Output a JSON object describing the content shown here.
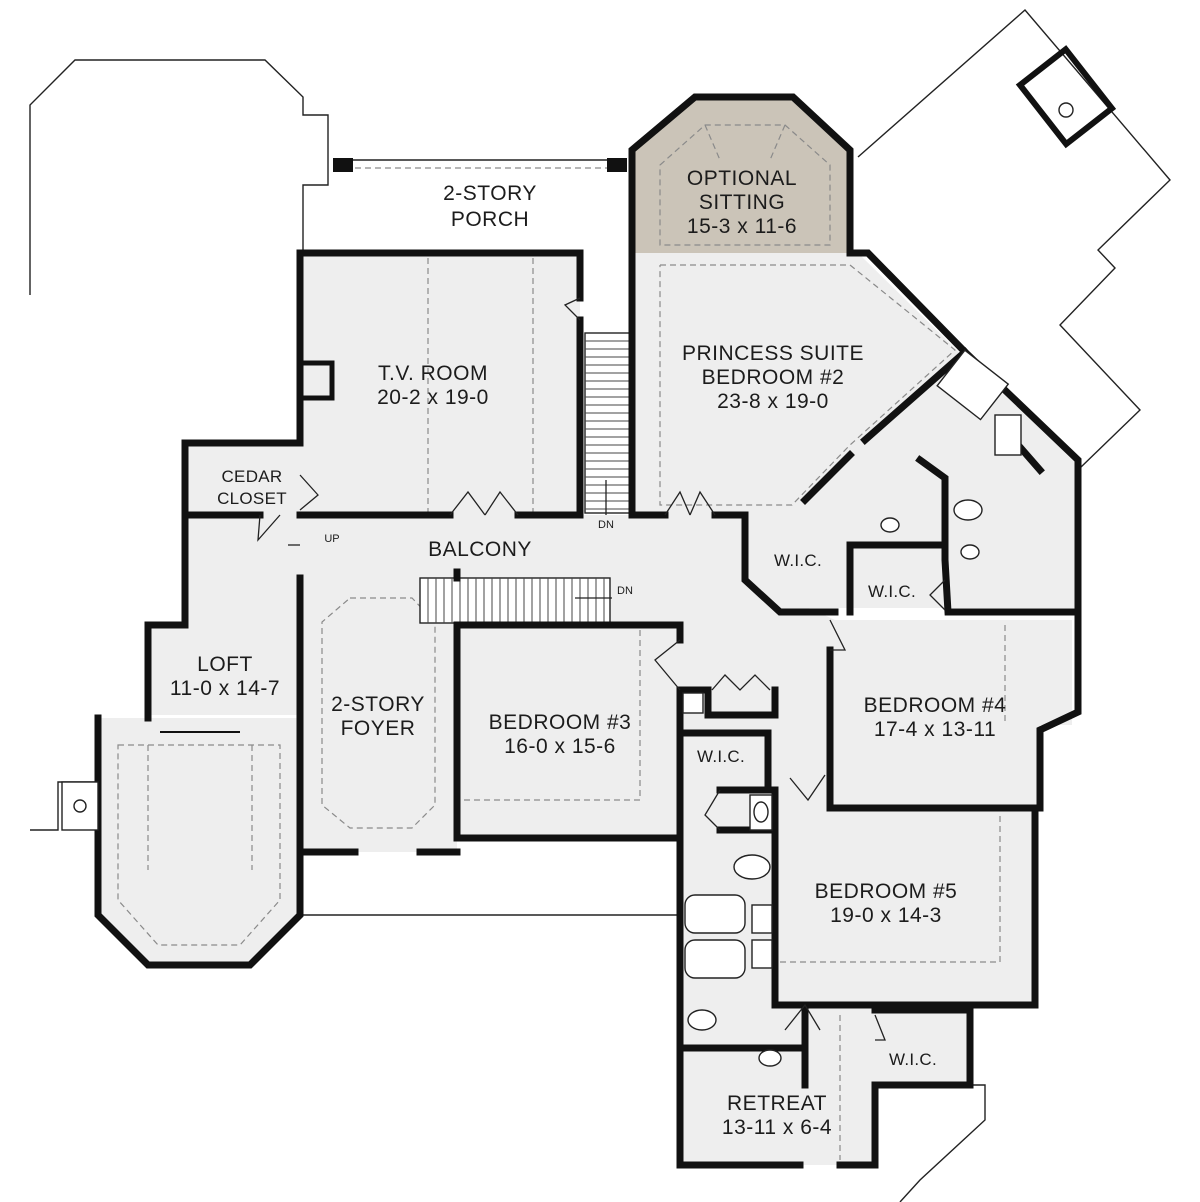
{
  "colors": {
    "room_fill": "#eeeeee",
    "optional_fill": "#cbc4b8",
    "wall": "#111111",
    "background": "#ffffff"
  },
  "labels": {
    "porch": [
      "2-STORY",
      "PORCH"
    ],
    "optional_sitting": [
      "OPTIONAL",
      "SITTING",
      "15-3 x 11-6"
    ],
    "tv_room": [
      "T.V.  ROOM",
      "20-2 x 19-0"
    ],
    "princess_suite": [
      "PRINCESS  SUITE",
      "BEDROOM  #2",
      "23-8 x 19-0"
    ],
    "cedar_closet": [
      "CEDAR",
      "CLOSET"
    ],
    "balcony": "BALCONY",
    "up": "UP",
    "dn_stair": "DN",
    "dn_foyer": "DN",
    "loft": [
      "LOFT",
      "11-0 x 14-7"
    ],
    "foyer": [
      "2-STORY",
      "FOYER"
    ],
    "bedroom3": [
      "BEDROOM  #3",
      "16-0 x 15-6"
    ],
    "bedroom4": [
      "BEDROOM  #4",
      "17-4 x 13-11"
    ],
    "bedroom5": [
      "BEDROOM  #5",
      "19-0 x 14-3"
    ],
    "retreat": [
      "RETREAT",
      "13-11 x 6-4"
    ],
    "wic_suite_left": "W.I.C.",
    "wic_suite_right": "W.I.C.",
    "wic_hall": "W.I.C.",
    "wic_retreat": "W.I.C."
  }
}
